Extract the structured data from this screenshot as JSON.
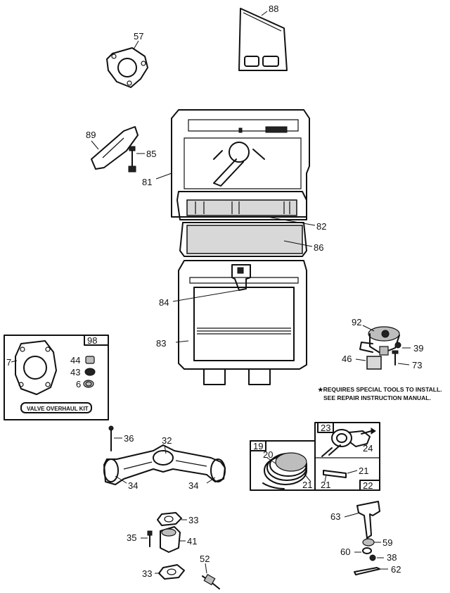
{
  "labels": {
    "p88": "88",
    "p57": "57",
    "p89": "89",
    "p85": "85",
    "p81": "81",
    "p82": "82",
    "p86": "86",
    "p84": "84",
    "p83": "83",
    "p98": "98",
    "p7": "7",
    "p44": "44",
    "p43": "43",
    "p6": "6",
    "p92": "92",
    "p39": "39",
    "p46": "46",
    "p73": "73",
    "p36": "36",
    "p32": "32",
    "p34a": "34",
    "p34b": "34",
    "p19": "19",
    "p20": "20",
    "p21a": "21",
    "p23": "23",
    "p24": "24",
    "p21b": "21",
    "p21c": "21",
    "p22": "22",
    "p33a": "33",
    "p35": "35",
    "p41": "41",
    "p33b": "33",
    "p52": "52",
    "p63": "63",
    "p59": "59",
    "p60": "60",
    "p38": "38",
    "p62": "62"
  },
  "kit_title": "VALVE OVERHAUL KIT",
  "note": {
    "line1": "★REQUIRES SPECIAL TOOLS TO INSTALL.",
    "line2": "SEE REPAIR INSTRUCTION MANUAL."
  }
}
